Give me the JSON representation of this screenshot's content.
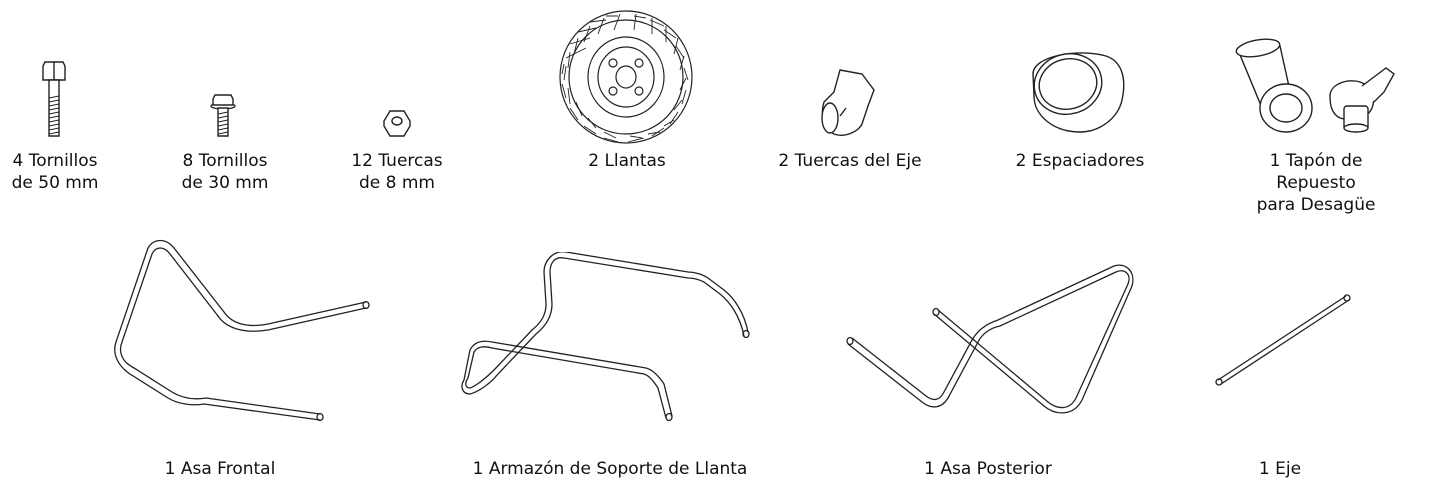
{
  "parts": {
    "bolt_50": {
      "label": "4 Tornillos\nde 50 mm",
      "icon": "long-bolt-icon"
    },
    "bolt_30": {
      "label": "8 Tornillos\nde 30 mm",
      "icon": "short-bolt-icon"
    },
    "nut_8": {
      "label": "12 Tuercas\nde 8 mm",
      "icon": "hex-nut-icon"
    },
    "wheel": {
      "label": "2 Llantas",
      "icon": "wheel-icon"
    },
    "axle_nut": {
      "label": "2 Tuercas del Eje",
      "icon": "axle-nut-icon"
    },
    "spacer": {
      "label": "2 Espaciadores",
      "icon": "spacer-icon"
    },
    "drain_plug": {
      "label": "1 Tapón de\nRepuesto\npara Desagüe",
      "icon": "drain-plug-icon"
    },
    "front_handle": {
      "label": "1 Asa Frontal",
      "icon": "front-handle-frame-icon"
    },
    "wheel_frame": {
      "label": "1 Armazón de Soporte de Llanta",
      "icon": "wheel-support-frame-icon"
    },
    "rear_handle": {
      "label": "1 Asa Posterior",
      "icon": "rear-handle-frame-icon"
    },
    "axle": {
      "label": "1 Eje",
      "icon": "axle-rod-icon"
    }
  },
  "colors": {
    "line": "#222222",
    "background": "#ffffff"
  }
}
